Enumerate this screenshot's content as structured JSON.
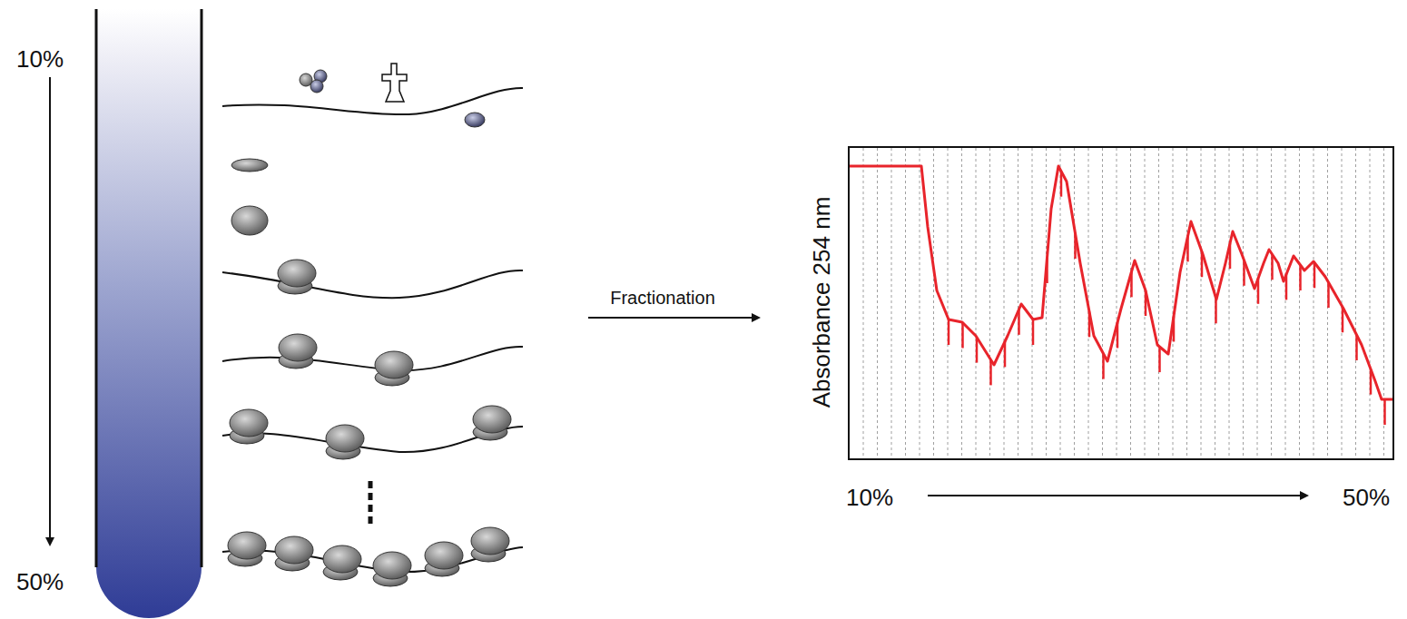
{
  "diagram": {
    "labels": [
      "10%",
      "50%",
      "Fractionation",
      "Absorbance 254 nm",
      "10%",
      "50%"
    ]
  }
}
